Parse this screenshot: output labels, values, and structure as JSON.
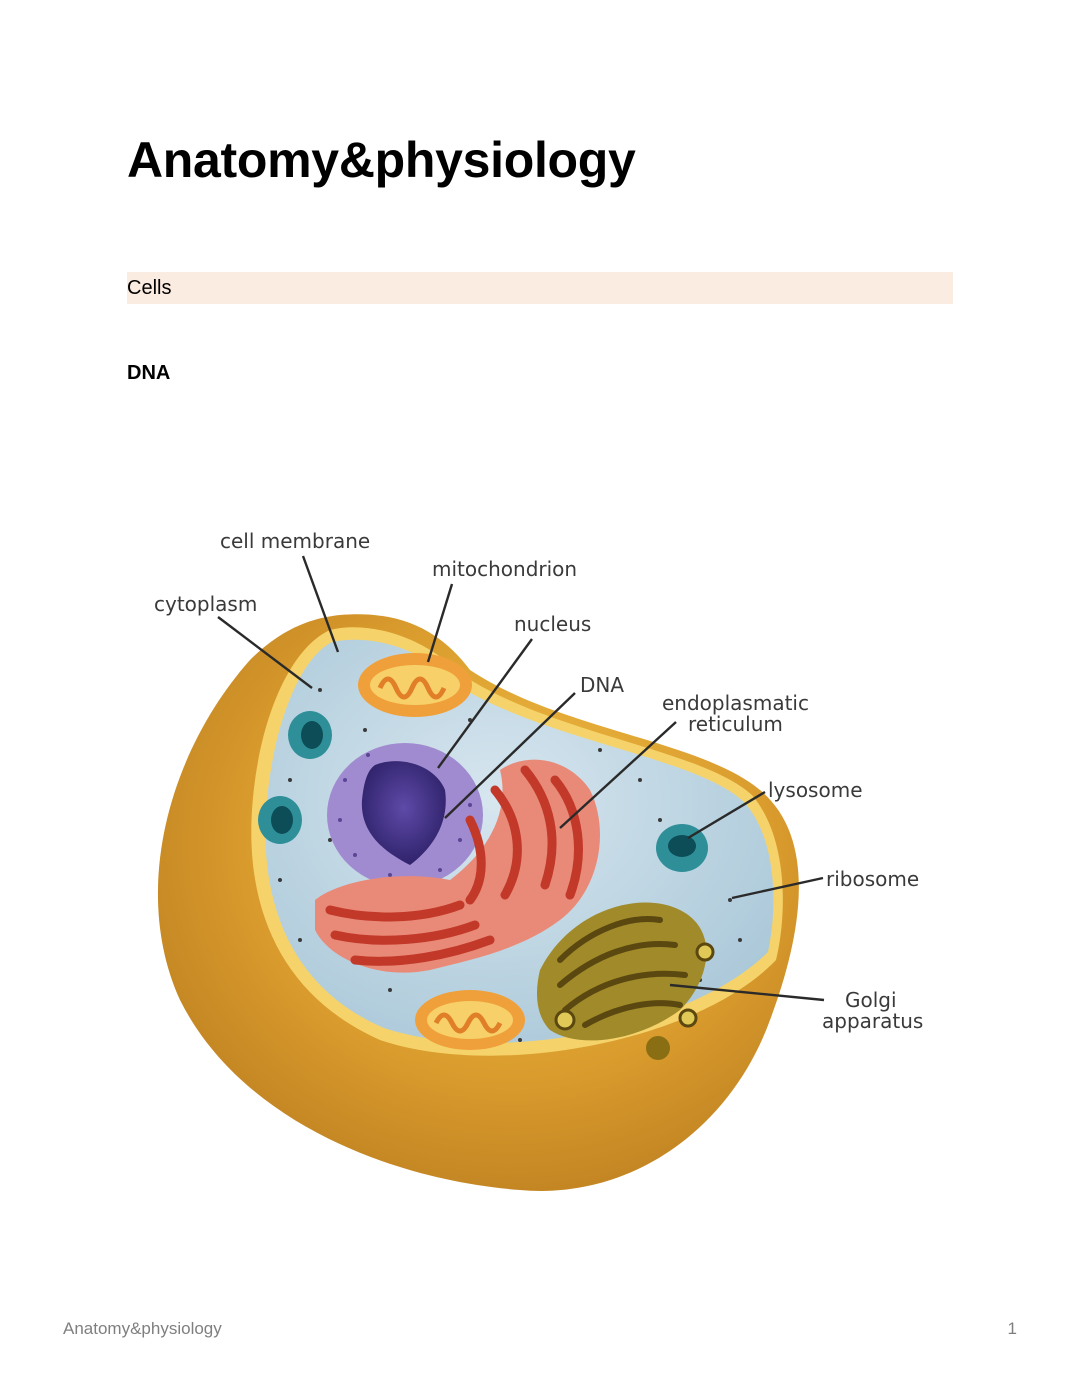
{
  "document": {
    "title": "Anatomy&physiology",
    "section": "Cells",
    "subheading": "DNA"
  },
  "figure": {
    "labels": {
      "cell_membrane": "cell membrane",
      "mitochondrion": "mitochondrion",
      "cytoplasm": "cytoplasm",
      "nucleus": "nucleus",
      "dna": "DNA",
      "er_line1": "endoplasmatic",
      "er_line2": "reticulum",
      "lysosome": "lysosome",
      "ribosome": "ribosome",
      "golgi_line1": "Golgi",
      "golgi_line2": "apparatus"
    },
    "colors": {
      "membrane": "#d69a2e",
      "cytoplasm": "#b9d6e6",
      "nucleus": "#8f7cc4",
      "nucleolus": "#3c2d7a",
      "er": "#d9503d",
      "mitochondrion": "#f0a03a",
      "lysosome": "#2f8f99",
      "golgi": "#8a7318"
    }
  },
  "footer": {
    "left": "Anatomy&physiology",
    "page_number": "1"
  }
}
